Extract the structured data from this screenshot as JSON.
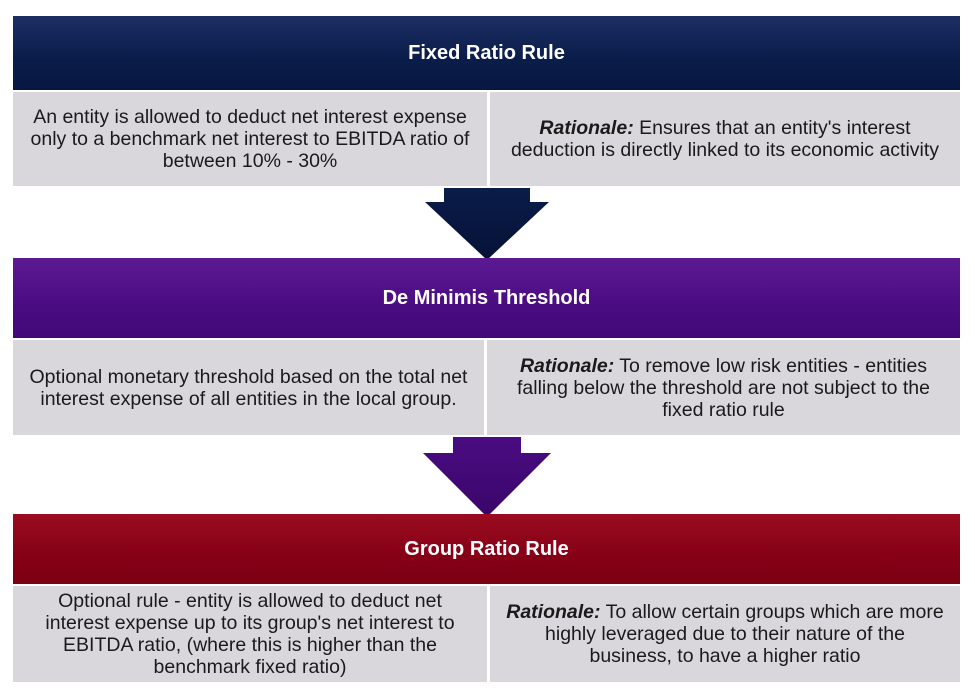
{
  "colors": {
    "fixed_header": "#0b1d4a",
    "deminimis_header": "#4a0c82",
    "group_header": "#860016",
    "cell_background": "#d9d7dc"
  },
  "fixed_ratio": {
    "title": "Fixed Ratio Rule",
    "description": "An entity is allowed to deduct net interest expense only to a benchmark net interest to EBITDA ratio of between 10% - 30%",
    "rationale_label": "Rationale:",
    "rationale_text": " Ensures that an entity's interest deduction is directly linked to its economic activity"
  },
  "de_minimis": {
    "title": "De Minimis Threshold",
    "description": "Optional monetary threshold based on the total net interest expense of all entities in the local group.",
    "rationale_label": "Rationale:",
    "rationale_text": " To remove low risk entities - entities falling below the threshold are not subject to the fixed ratio rule"
  },
  "group_ratio": {
    "title": "Group Ratio Rule",
    "description": "Optional rule - entity is allowed to deduct net interest expense up to its group's net interest to EBITDA ratio, (where this is higher than the benchmark fixed ratio)",
    "rationale_label": "Rationale:",
    "rationale_text": " To allow certain groups which are more highly leveraged due to their nature of the business, to have a higher ratio"
  },
  "arrows": [
    "arrow-down-icon",
    "arrow-down-icon"
  ]
}
